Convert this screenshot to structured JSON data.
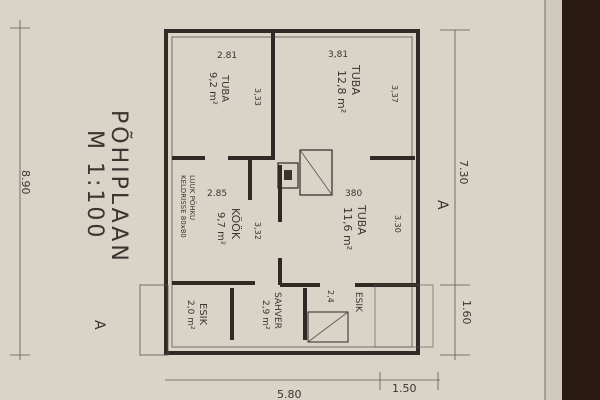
{
  "plan": {
    "title": "PÕHIPLAAN",
    "scale": "M 1:100",
    "section_marker": "A",
    "overall_dims": {
      "height": "8.90",
      "right_upper": "7.30",
      "right_lower": "1.60",
      "bottom": "5.80",
      "bottom_right": "1.50"
    },
    "rooms": [
      {
        "name": "TUBA",
        "area": "9,2 m²",
        "width": "2.81",
        "depth": "3,33"
      },
      {
        "name": "TUBA",
        "area": "12,8 m²",
        "width": "3,81",
        "depth": "3,37"
      },
      {
        "name": "KÖÖK",
        "area": "9,7 m²",
        "width": "2.85",
        "depth": "3,32"
      },
      {
        "name": "TUBA",
        "area": "11,6 m²",
        "width": "380",
        "depth": "3.30"
      },
      {
        "name": "ESIK",
        "area": "2,0 m²"
      },
      {
        "name": "SAHVER",
        "area": "2,9 m²"
      },
      {
        "name": "ESIK",
        "area": "",
        "depth": "2,4"
      }
    ],
    "cellar_note": [
      "LUUK PÕHKU",
      "KELDRISSE 80x80"
    ]
  },
  "colors": {
    "paper": "#d9d3c8",
    "ink": "#2e2a26",
    "edge": "#2a1a12"
  }
}
